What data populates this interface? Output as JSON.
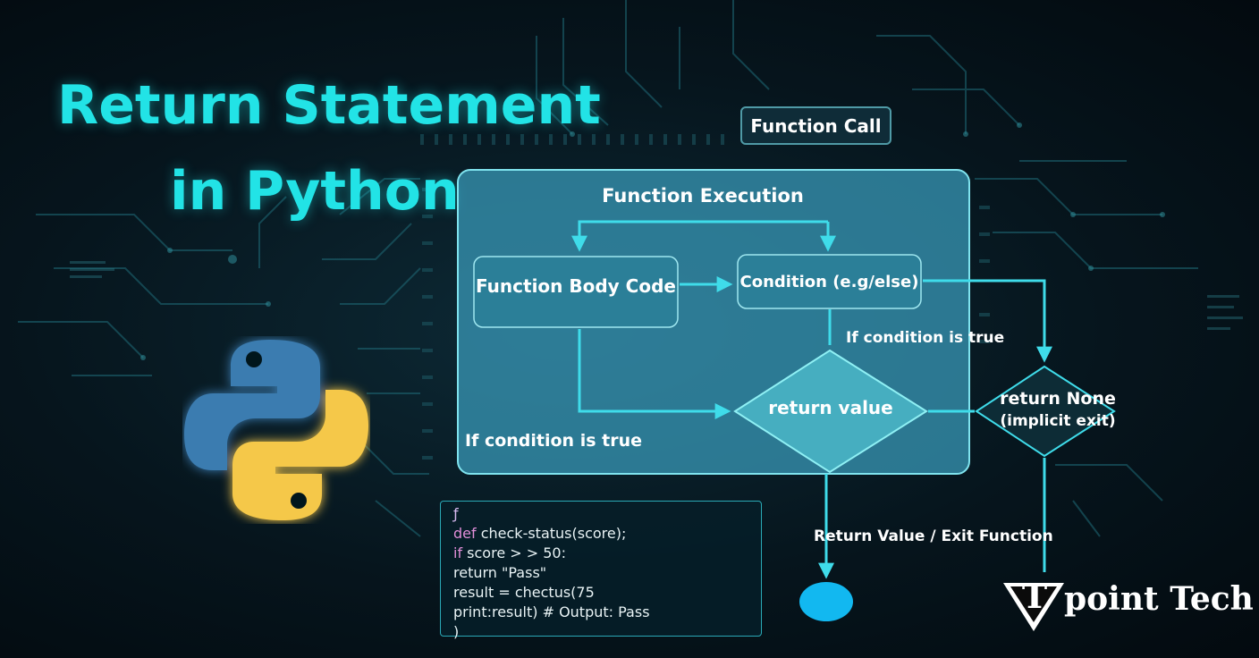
{
  "title_line1": "Return Statement",
  "title_line2": "in Python",
  "nodes": {
    "function_call": "Function Call",
    "function_execution": "Function Execution",
    "function_body": "Function Body Code",
    "condition": "Condition (e.g/else)",
    "condition_true_right": "If condition is true",
    "return_value": "return value",
    "condition_true_left": "If condition is true",
    "return_none_line1": "return None",
    "return_none_line2": "(implicit exit)",
    "exit_label": "Return Value / Exit Function"
  },
  "code": {
    "line0": "ƒ",
    "line1_kw": "def",
    "line1_rest": " check-status(score);",
    "line2_kw": "if",
    "line2_rest": " score > > 50:",
    "line3": "return \"Pass\"",
    "line4": "result = chectus(75",
    "line5": "print:result) # Output: Pass",
    "line6": ")"
  },
  "logo": {
    "letter": "T",
    "text": "point Tech"
  },
  "colors": {
    "accent": "#22e3e6",
    "flow_line": "#3fdcea",
    "panel": "#3a9dbc",
    "keyword": "#e08ed8",
    "python_blue": "#3b7bb0",
    "python_yellow": "#f5c84a"
  }
}
